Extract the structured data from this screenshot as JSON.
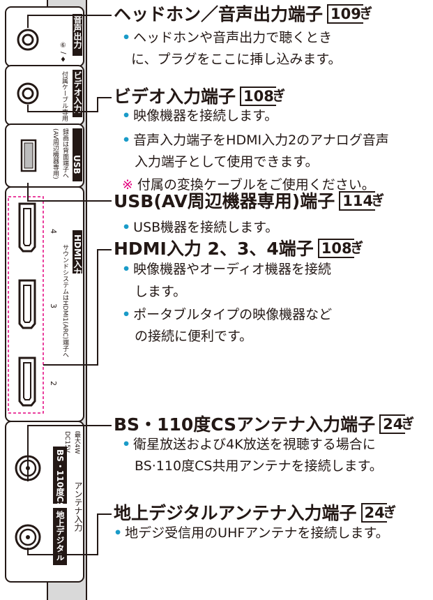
{
  "sections": [
    {
      "id": "headphone",
      "title": "ヘッドホン／音声出力端子",
      "ref": "109",
      "bullets": [
        "ヘッドホンや音声出力で聴くとき",
        "に、プラグをここに挿し込みます。"
      ]
    },
    {
      "id": "video",
      "title": "ビデオ入力端子",
      "ref": "108",
      "bullets": [
        "映像機器を接続します。",
        "音声入力端子をHDMI入力2のアナログ音声",
        "入力端子として使用できます。"
      ],
      "note": "付属の変換ケーブルをご使用ください。",
      "note_mark": "※"
    },
    {
      "id": "usb",
      "title": "USB(AV周辺機器専用)端子",
      "ref": "114",
      "bullets": [
        "USB機器を接続します。"
      ]
    },
    {
      "id": "hdmi",
      "title": "HDMI入力 2、3、4端子",
      "ref": "108",
      "bullets": [
        "映像機器やオーディオ機器を接続",
        "します。",
        "ポータブルタイプの映像機器など",
        "の接続に便利です。"
      ]
    },
    {
      "id": "bs",
      "title": "BS・110度CSアンテナ入力端子",
      "ref": "24",
      "bullets": [
        "衛星放送および4K放送を視聴する場合に",
        "BS·110度CS共用アンテナを接続します。"
      ]
    },
    {
      "id": "terrestrial",
      "title": "地上デジタルアンテナ入力端子",
      "ref": "24",
      "bullets": [
        "地デジ受信用のUHFアンテナを接続します。"
      ]
    }
  ],
  "ref_suffix": "ぎ",
  "panel": {
    "headphone_label": "音声出力",
    "headphone_sub": "⑥ / ♦",
    "video_label1": "ビデオ入力",
    "video_label2": "付属ケーブル専用",
    "usb_label1": "(AV周辺機器専用)",
    "usb_label2": "録画は背面端子へ",
    "usb_label3": "USB",
    "hdmi_label1": "サウンドシステムはHDMI1(ARC)端子へ",
    "hdmi_label2": "HDMI入力",
    "hdmi_num_4": "4",
    "hdmi_num_3": "3",
    "hdmi_num_2": "2",
    "bs_label": "BS・110度CS",
    "bs_power1": "DC15V",
    "bs_power2": "最大4W",
    "antenna_label": "アンテナ入力",
    "terrestrial_label": "地上デジタル"
  },
  "colors": {
    "bullet": "#1a9bc8",
    "note_mark": "#e4007f",
    "dashed": "#e4007f",
    "text": "#231815"
  }
}
